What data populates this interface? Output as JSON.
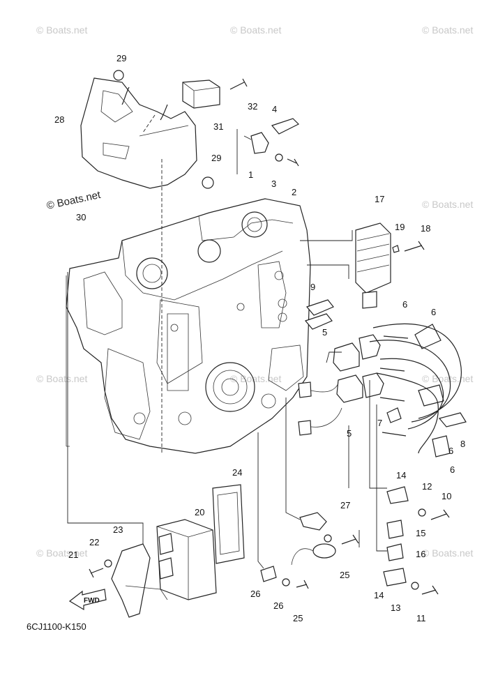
{
  "diagram_code": "6CJ1100-K150",
  "watermark": "© Boats.net",
  "fwd_label": "FWD",
  "callouts": [
    "1",
    "2",
    "3",
    "4",
    "5",
    "5",
    "6",
    "6",
    "6",
    "6",
    "7",
    "8",
    "9",
    "10",
    "10",
    "11",
    "11",
    "12",
    "13",
    "14",
    "14",
    "15",
    "16",
    "17",
    "18",
    "19",
    "20",
    "21",
    "22",
    "23",
    "24",
    "25",
    "26",
    "27",
    "28",
    "29",
    "29",
    "30",
    "31",
    "32"
  ]
}
